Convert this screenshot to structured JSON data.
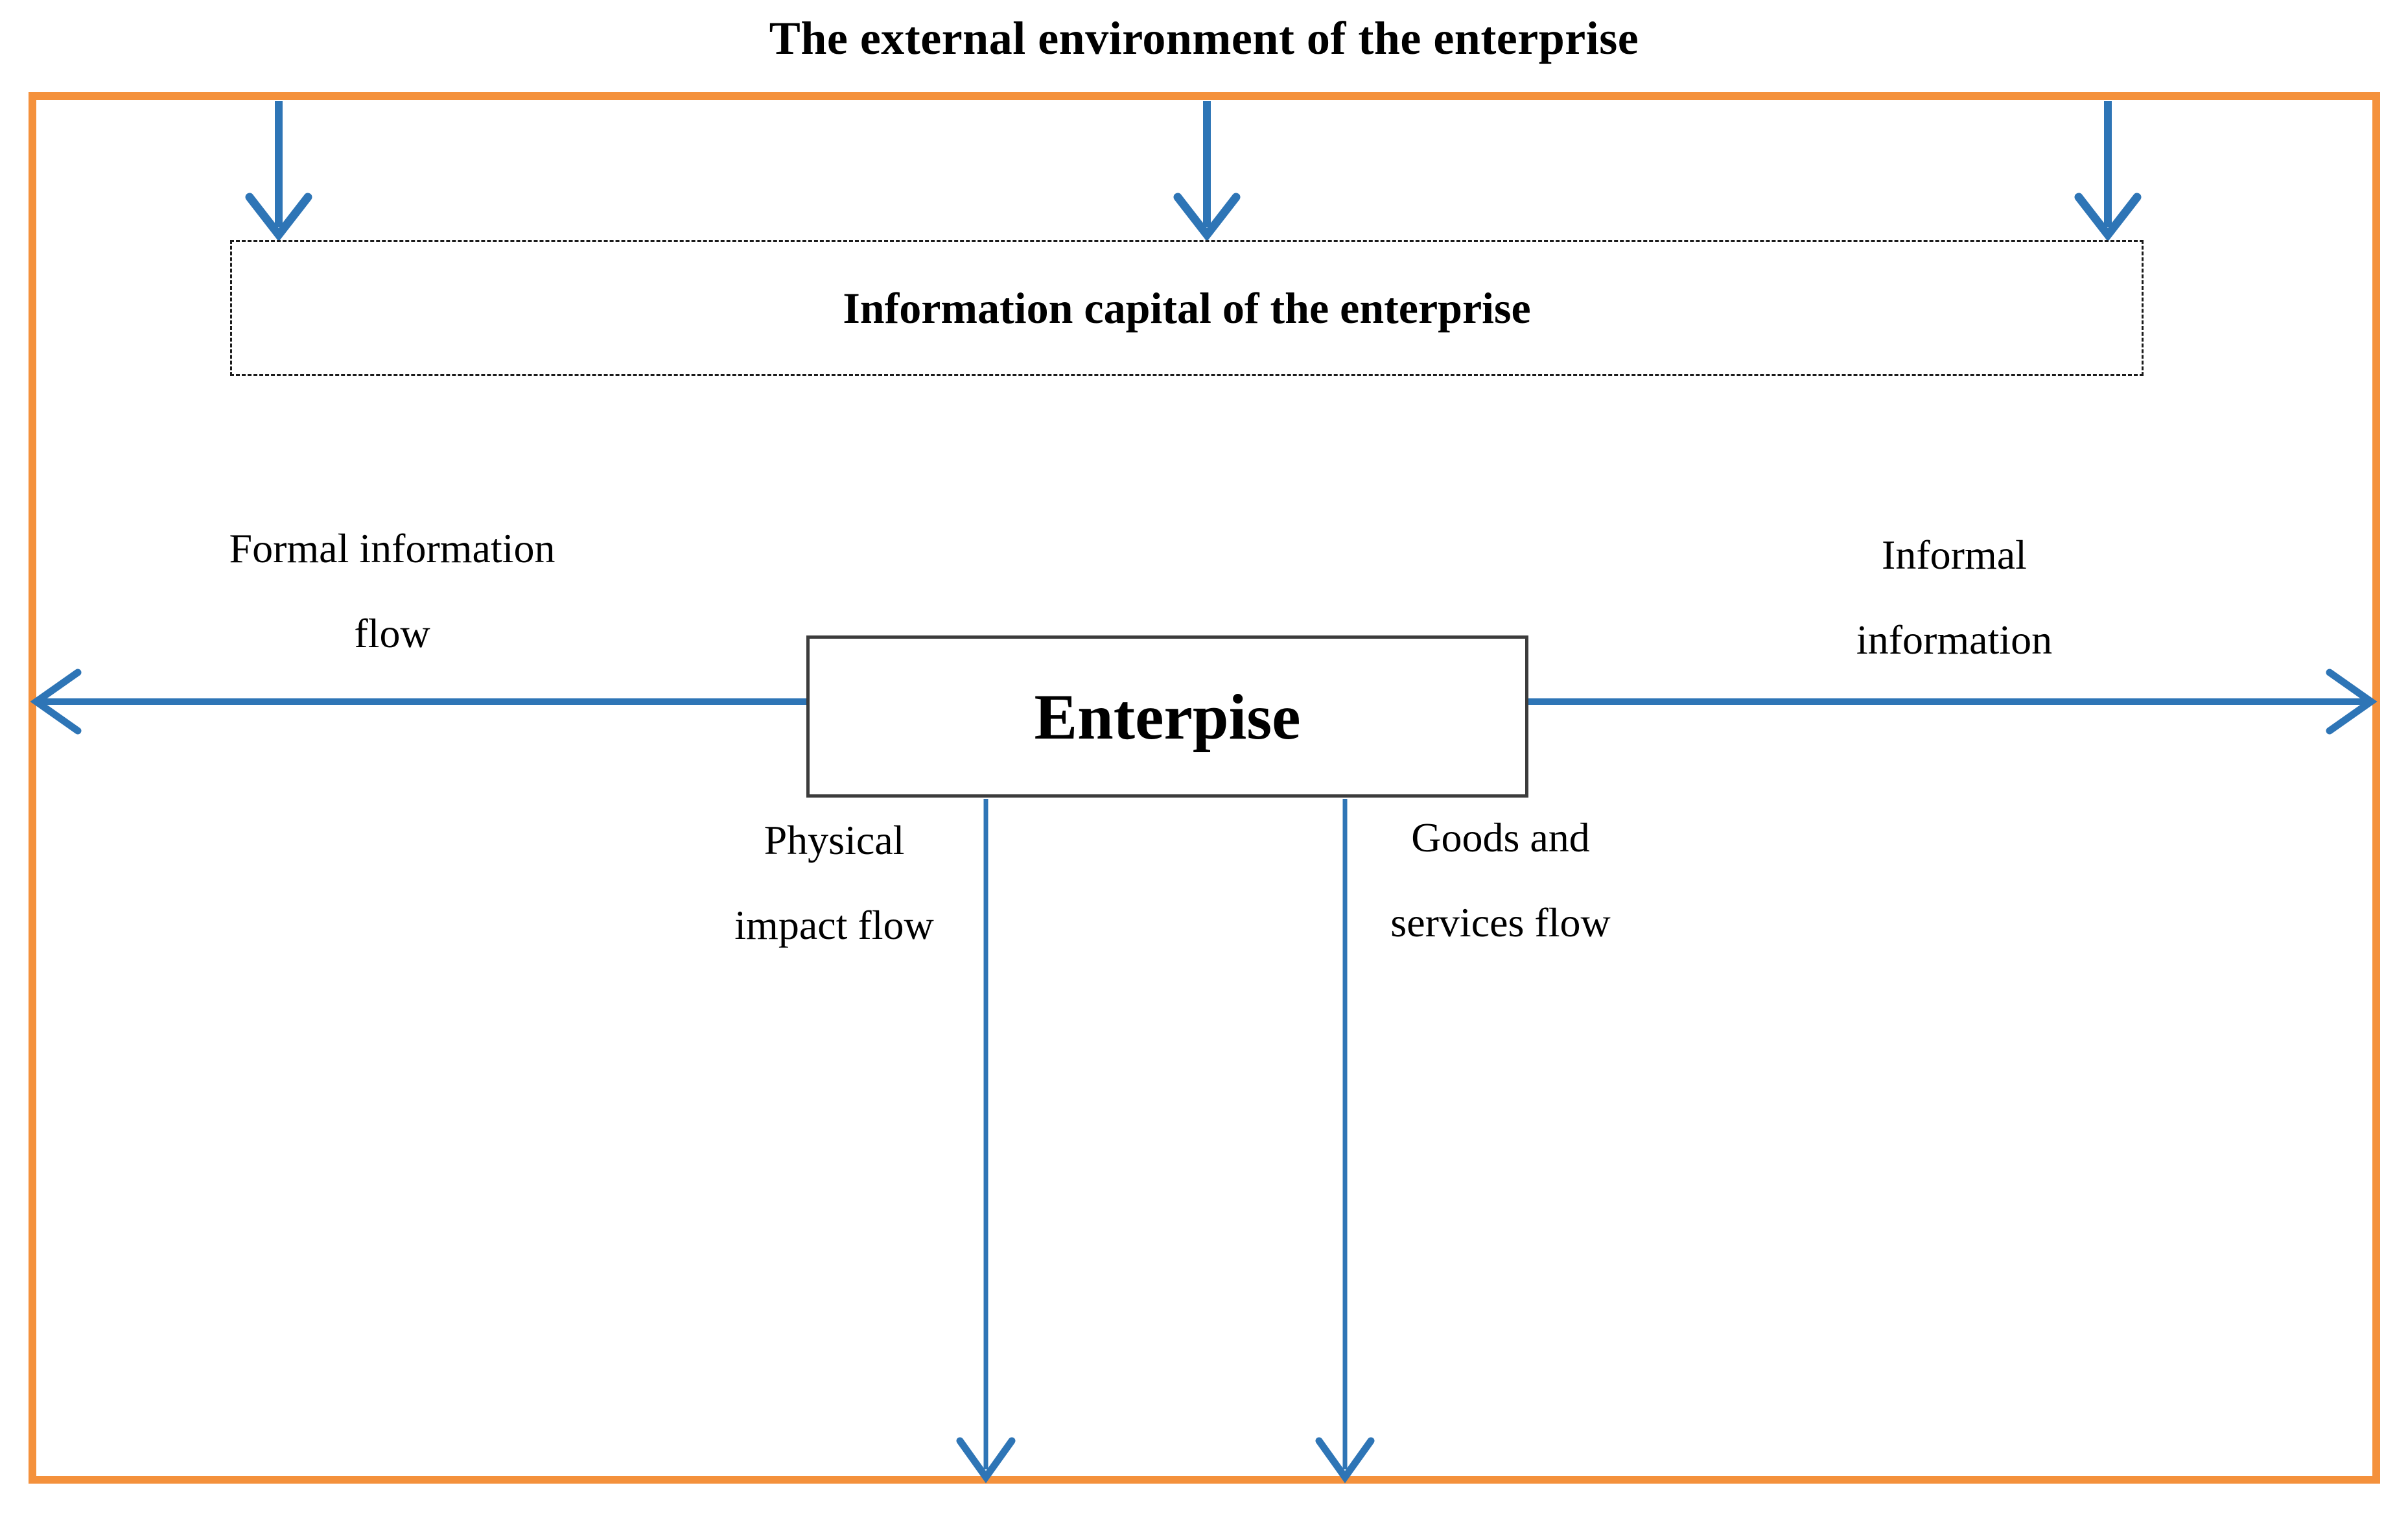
{
  "diagram": {
    "title": "The external environment of the enterprise",
    "boxes": {
      "information_capital": {
        "label": "Information capital of the enterprise"
      },
      "enterprise": {
        "label": "Enterpise"
      }
    },
    "flow_labels": {
      "formal": {
        "lines": [
          "Formal information",
          "flow"
        ]
      },
      "informal": {
        "lines": [
          "Informal",
          "information"
        ]
      },
      "physical_impact": {
        "lines": [
          "Physical",
          "impact flow"
        ]
      },
      "goods_services": {
        "lines": [
          "Goods and",
          "services flow"
        ]
      }
    },
    "colors": {
      "outer_border": "#F4913C",
      "arrow": "#2E75B6",
      "dashed_border": "#1B1B1B",
      "enterprise_border": "#3C3C3C",
      "text": "#000000",
      "page_bg": "#FFFFFF"
    }
  }
}
